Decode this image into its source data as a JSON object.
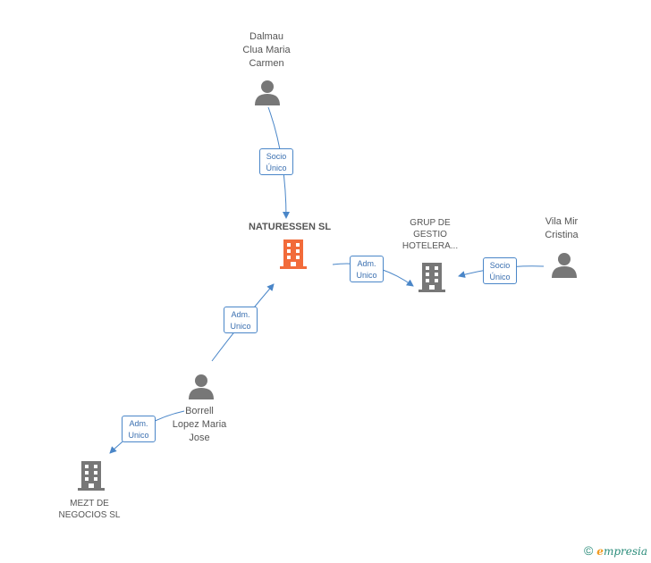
{
  "nodes": {
    "dalmau": {
      "name": "Dalmau Clua Maria Carmen",
      "lines": [
        "Dalmau",
        "Clua Maria",
        "Carmen"
      ],
      "type": "person"
    },
    "naturessen": {
      "name": "NATURESSEN SL",
      "lines": [
        "NATURESSEN SL"
      ],
      "type": "company-main"
    },
    "grup": {
      "name": "GRUP DE GESTIO HOTELERA...",
      "lines": [
        "GRUP DE",
        "GESTIO",
        "HOTELERA..."
      ],
      "type": "company"
    },
    "vila": {
      "name": "Vila Mir Cristina",
      "lines": [
        "Vila Mir",
        "Cristina"
      ],
      "type": "person"
    },
    "borrell": {
      "name": "Borrell Lopez Maria Jose",
      "lines": [
        "Borrell",
        "Lopez Maria",
        "Jose"
      ],
      "type": "person"
    },
    "mezt": {
      "name": "MEZT DE NEGOCIOS SL",
      "lines": [
        "MEZT DE",
        "NEGOCIOS  SL"
      ],
      "type": "company"
    }
  },
  "edges": [
    {
      "from": "dalmau",
      "to": "naturessen",
      "lines": [
        "Socio",
        "Único"
      ]
    },
    {
      "from": "naturessen",
      "to": "grup",
      "lines": [
        "Adm.",
        "Unico"
      ]
    },
    {
      "from": "vila",
      "to": "grup",
      "lines": [
        "Socio",
        "Único"
      ]
    },
    {
      "from": "borrell",
      "to": "naturessen",
      "lines": [
        "Adm.",
        "Unico"
      ]
    },
    {
      "from": "borrell",
      "to": "mezt",
      "lines": [
        "Adm.",
        "Unico"
      ]
    }
  ],
  "colors": {
    "edge": "#4a86c8",
    "person": "#777777",
    "company": "#777777",
    "company_main": "#f26b3a"
  },
  "brand": {
    "copyright": "©",
    "e": "e",
    "rest": "mpresia"
  }
}
